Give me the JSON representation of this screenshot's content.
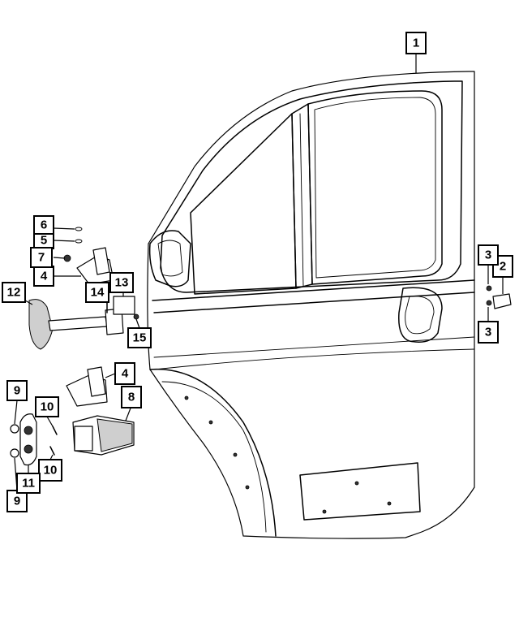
{
  "diagram": {
    "callouts": [
      {
        "id": "c1",
        "label": "1"
      },
      {
        "id": "c2",
        "label": "2"
      },
      {
        "id": "c3a",
        "label": "3"
      },
      {
        "id": "c3b",
        "label": "3"
      },
      {
        "id": "c4a",
        "label": "4"
      },
      {
        "id": "c4b",
        "label": "4"
      },
      {
        "id": "c5",
        "label": "5"
      },
      {
        "id": "c6",
        "label": "6"
      },
      {
        "id": "c7",
        "label": "7"
      },
      {
        "id": "c8",
        "label": "8"
      },
      {
        "id": "c9a",
        "label": "9"
      },
      {
        "id": "c9b",
        "label": "9"
      },
      {
        "id": "c10a",
        "label": "10"
      },
      {
        "id": "c10b",
        "label": "10"
      },
      {
        "id": "c11",
        "label": "11"
      },
      {
        "id": "c12",
        "label": "12"
      },
      {
        "id": "c13",
        "label": "13"
      },
      {
        "id": "c14",
        "label": "14"
      },
      {
        "id": "c15",
        "label": "15"
      }
    ]
  }
}
